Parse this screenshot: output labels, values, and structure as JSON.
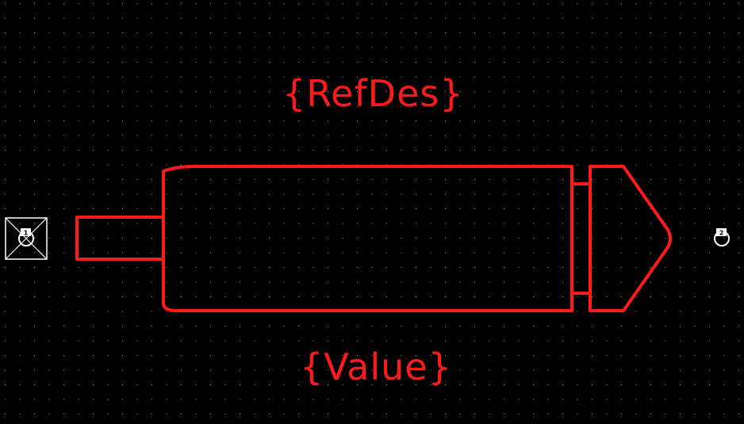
{
  "labels": {
    "refdes": "{RefDes}",
    "value": "{Value}"
  },
  "pins": [
    {
      "number": "1"
    },
    {
      "number": "2"
    }
  ],
  "colors": {
    "background": "#000000",
    "grid_dot": "#9a9a9a",
    "outline": "#ff1a1a",
    "pin": "#ffffff"
  },
  "icons": {
    "pin_1": "pad-square-icon",
    "pin_2": "pad-round-icon"
  }
}
